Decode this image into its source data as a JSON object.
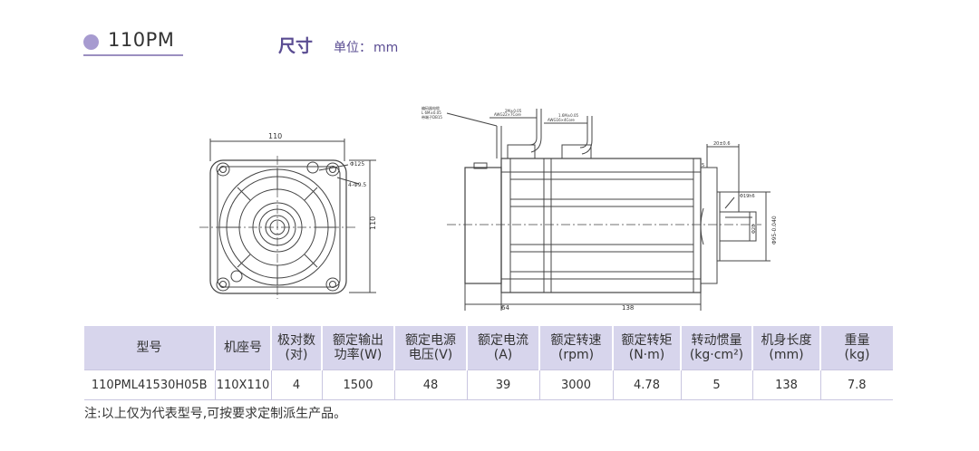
{
  "header": {
    "model": "110PM",
    "dim_title": "尺寸",
    "unit_label": "单位：",
    "unit_value": "mm"
  },
  "drawing": {
    "front_width": "110",
    "front_height": "110",
    "bolt_circle": "Φ125",
    "holes": "4-Φ9.5",
    "cable_note_1": "编码器电缆",
    "cable_note_2": "L 6M±0.05",
    "cable_note_3": "带端子DB15",
    "cable_tag_1": "AWG22×7Core",
    "cable_tag_2": "AWG16×4Core",
    "cable_len_1": "2M±0.05",
    "cable_len_2": "1.6M±0.05",
    "length_flange": "64",
    "length_body": "138",
    "shaft_len": "20±0.6",
    "flange_thk": "5",
    "shaft_dia": "Φ19h6",
    "key_width": "Φ28",
    "spigot_dia": "Φ95-0.040"
  },
  "table": {
    "headers": [
      [
        "型号"
      ],
      [
        "机座号"
      ],
      [
        "极对数",
        "(对)"
      ],
      [
        "额定输出",
        "功率(W)"
      ],
      [
        "额定电源",
        "电压(V)"
      ],
      [
        "额定电流",
        "(A)"
      ],
      [
        "额定转速",
        "(rpm)"
      ],
      [
        "额定转矩",
        "(N·m)"
      ],
      [
        "转动惯量",
        "(kg·cm²)"
      ],
      [
        "机身长度",
        "(mm)"
      ],
      [
        "重量",
        "(kg)"
      ]
    ],
    "row": [
      "110PML41530H05B",
      "110X110",
      "4",
      "1500",
      "48",
      "39",
      "3000",
      "4.78",
      "5",
      "138",
      "7.8"
    ]
  },
  "note": "注:以上仅为代表型号,可按要求定制派生产品。"
}
